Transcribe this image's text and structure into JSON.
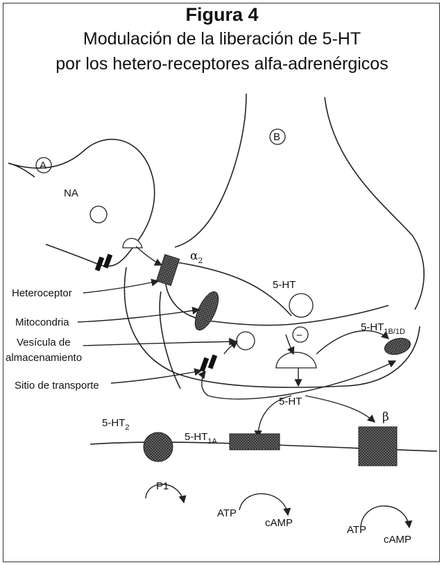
{
  "header": {
    "title": "Figura 4",
    "subtitle_line1": "Modulación de la liberación de 5-HT",
    "subtitle_line2": "por los hetero-receptores alfa-adrenérgicos"
  },
  "diagram": {
    "neuron_a_label": "A",
    "neuron_b_label": "B",
    "na_label": "NA",
    "ht_label_top": "5-HT",
    "minus_sign": "−",
    "ht_label_released": "5-HT",
    "alpha2": {
      "symbol": "α",
      "sub": "2"
    },
    "ht1bd": {
      "base": "5-HT",
      "sub": "1B/1D"
    },
    "ht2": {
      "base": "5-HT",
      "sub": "2"
    },
    "ht1a": {
      "base": "5-HT",
      "sub": "1A"
    },
    "beta": "β",
    "p1": "P1",
    "atp_1": "ATP",
    "camp_1": "cAMP",
    "atp_2": "ATP",
    "camp_2": "cAMP",
    "callouts": {
      "heteroceptor": "Heteroceptor",
      "mitocondria": "Mitocondria",
      "vesicula_1": "Vesícula de",
      "vesicula_2": "almacenamiento",
      "sitio": "Sitio de transporte"
    }
  }
}
